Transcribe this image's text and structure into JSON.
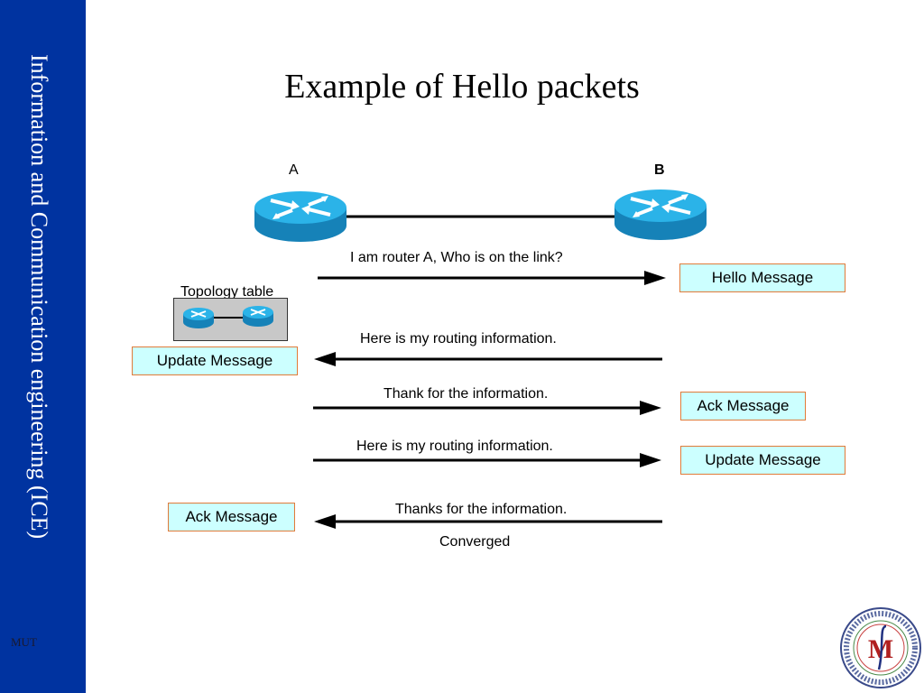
{
  "sidebar": {
    "title": "Information and Communication engineering (ICE)",
    "footer": "MUT",
    "color": "#0033a0"
  },
  "slide": {
    "title": "Example of Hello packets",
    "routers": [
      {
        "label": "A"
      },
      {
        "label": "B"
      }
    ],
    "topology_label": "Topology table",
    "messages": [
      {
        "text": "I am router A, Who is on the link?",
        "direction": "right",
        "box": "Hello Message",
        "box_side": "right"
      },
      {
        "text": "Here is my routing information.",
        "direction": "left",
        "box": "Update Message",
        "box_side": "left"
      },
      {
        "text": "Thank for the information.",
        "direction": "right",
        "box": "Ack Message",
        "box_side": "right"
      },
      {
        "text": "Here is my routing information.",
        "direction": "right",
        "box": "Update Message",
        "box_side": "right"
      },
      {
        "text": "Thanks for the information.",
        "direction": "left",
        "box": "Ack Message",
        "box_side": "left"
      }
    ],
    "status": "Converged",
    "box_fill": "#ccffff",
    "box_border": "#e07b39",
    "router_color": "#1a9fd8"
  },
  "logo": {
    "letters": "M"
  }
}
